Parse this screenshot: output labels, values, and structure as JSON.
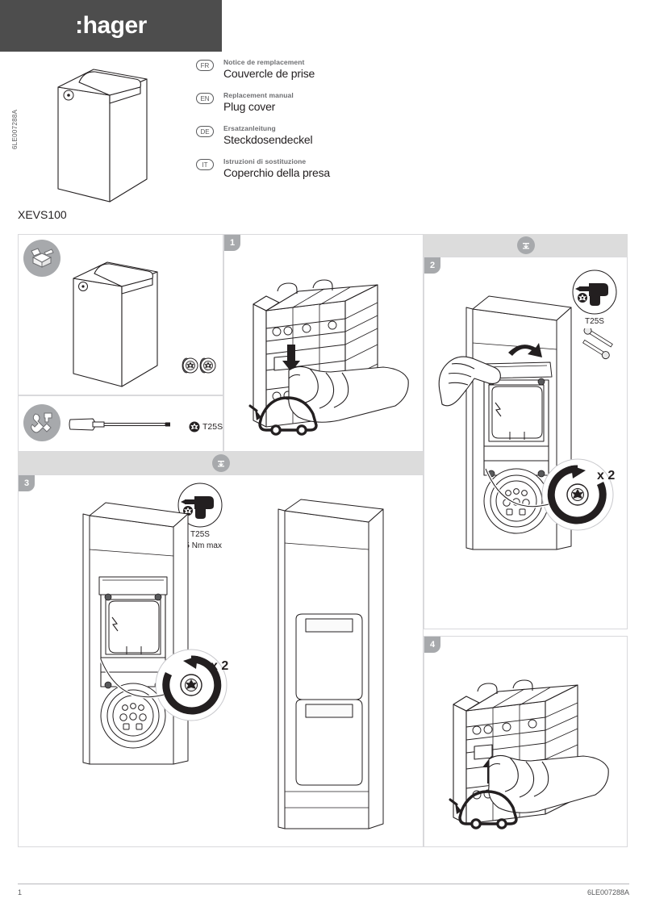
{
  "header": {
    "logo_text": ":hager",
    "brand_bar_color": "#4d4d4d"
  },
  "document": {
    "vertical_code": "6LE007288A",
    "product_reference": "XEVS100"
  },
  "languages": [
    {
      "code": "FR",
      "subtitle": "Notice de remplacement",
      "title": "Couvercle de prise"
    },
    {
      "code": "EN",
      "subtitle": "Replacement manual",
      "title": "Plug cover"
    },
    {
      "code": "DE",
      "subtitle": "Ersatzanleitung",
      "title": "Steckdosendeckel"
    },
    {
      "code": "IT",
      "subtitle": "Istruzioni di sostituzione",
      "title": "Coperchio della presa"
    }
  ],
  "panels": {
    "contents": {
      "icon": "open-box-icon",
      "item": "plug-cover",
      "screws_count": 2
    },
    "tools": {
      "icon": "tools-icon",
      "tool": "screwdriver",
      "bit_label": "T25S"
    },
    "step1": {
      "number": "1",
      "illustration": "circuit-breaker-switch-off",
      "arrow": "down",
      "symbol": "ev-car-icon"
    },
    "step2": {
      "number": "2",
      "illustration": "charging-station-cover-removal",
      "tool_label": "T25S",
      "rotation_label": "x 2",
      "band_icon": "disassembly-icon"
    },
    "step3": {
      "number": "3",
      "illustration": "charging-station-cover-install",
      "tool_label": "T25S",
      "torque_label": "2,5 Nm max",
      "rotation_label": "x 2",
      "band_icon": "disassembly-icon"
    },
    "step4": {
      "number": "4",
      "illustration": "circuit-breaker-switch-on",
      "arrow": "up",
      "symbol": "ev-car-icon"
    }
  },
  "footer": {
    "page_number": "1",
    "doc_code": "6LE007288A"
  }
}
